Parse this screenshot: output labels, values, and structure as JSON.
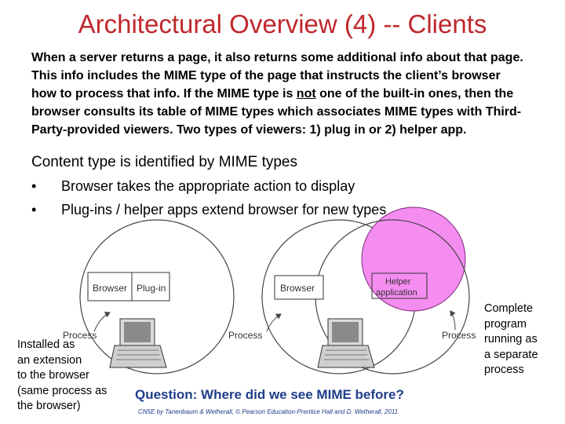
{
  "title": "Architectural Overview (4) -- Clients",
  "paragraph": {
    "part1": "When a server returns a page, it also returns some additional info about that page. This info includes the MIME type of the page that instructs the client’s browser how to process that info. If the MIME type is ",
    "underlined": "not",
    "part2": " one of the built-in ones, then the browser consults its table of MIME types which associates MIME types with Third-Party-provided viewers. Two types of viewers: 1) plug in or 2) helper app."
  },
  "content_heading": "Content type is identified by MIME types",
  "bullets": [
    {
      "marker": "•",
      "text": "Browser takes the appropriate action to display"
    },
    {
      "marker": "•",
      "text": "Plug-ins / helper apps extend browser for new types"
    }
  ],
  "diagram": {
    "left": {
      "browser_label": "Browser",
      "plugin_label": "Plug-in",
      "process_label": "Process"
    },
    "right": {
      "browser_label": "Browser",
      "helper_label_1": "Helper",
      "helper_label_2": "application",
      "process_label_1": "Process",
      "process_label_2": "Process"
    }
  },
  "left_note": [
    "Installed as",
    "an extension",
    "to the browser",
    "(same process as",
    "the browser)"
  ],
  "right_note": [
    "Complete",
    "program",
    "running as",
    "a separate",
    "process"
  ],
  "question": "Question:  Where did we see MIME before?",
  "credit": "CN5E by Tanenbaum  & Wetherall, © Pearson Education-Prentice Hall and D. Wetherall, 2011",
  "colors": {
    "title": "#c0272d",
    "question": "#1f3d8a",
    "helper_circle": "#f58cf0",
    "helper_circle_stroke": "#7a2a7a"
  }
}
